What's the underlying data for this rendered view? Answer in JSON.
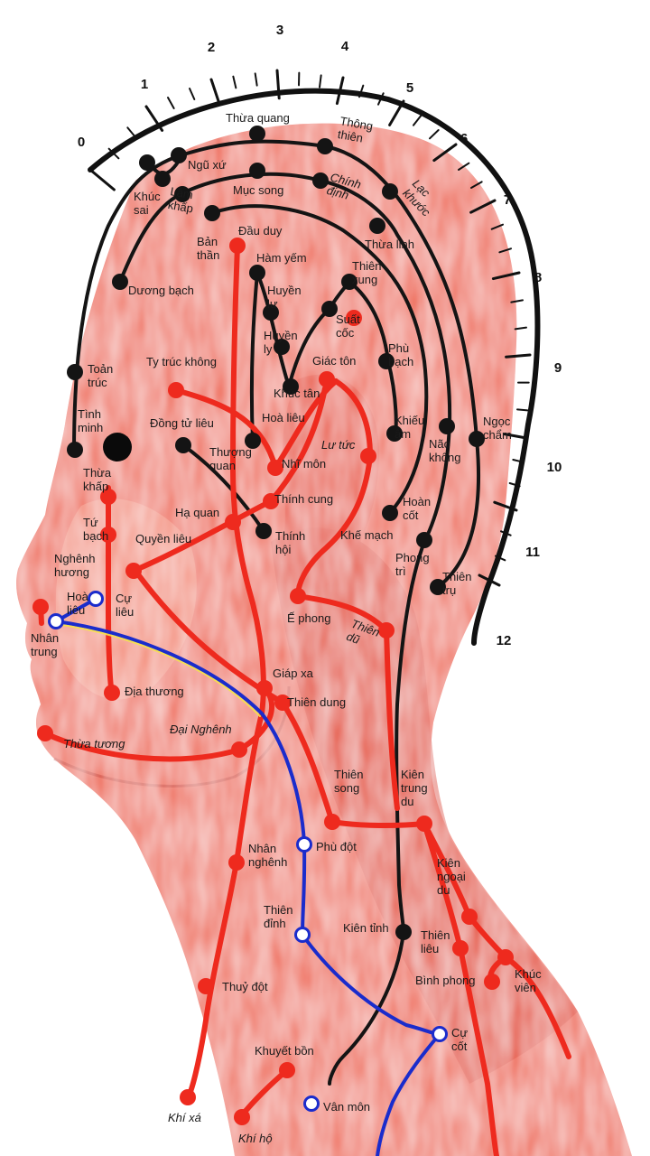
{
  "colors": {
    "skin": "#f07060",
    "skin_light": "#f6a093",
    "skin_dark": "#d94030",
    "red_line": "#ee2a1e",
    "black_line": "#141414",
    "blue_line": "#1a2ccc",
    "scale": "#111111"
  },
  "scale_numbers": [
    "0",
    "1",
    "2",
    "3",
    "4",
    "5",
    "6",
    "7",
    "8",
    "9",
    "10",
    "11",
    "12"
  ],
  "labels": [
    [
      "Thừa quang"
    ],
    [
      "Thông",
      "thiên"
    ],
    [
      "Ngũ xứ"
    ],
    [
      "Khúc",
      "sai"
    ],
    [
      "Mục song"
    ],
    [
      "Chính",
      "định"
    ],
    [
      "Lạc",
      "khước"
    ],
    [
      "Lâm",
      "khấp"
    ],
    [
      "Bản",
      "thần"
    ],
    [
      "Đầu duy"
    ],
    [
      "Thừa linh"
    ],
    [
      "Dương bạch"
    ],
    [
      "Hàm yếm"
    ],
    [
      "Thiên",
      "xung"
    ],
    [
      "Huyền",
      "lư"
    ],
    [
      "Suất",
      "cốc"
    ],
    [
      "Huyền",
      "ly"
    ],
    [
      "Phù",
      "bạch"
    ],
    [
      "Toản",
      "trúc"
    ],
    [
      "Ty trúc không"
    ],
    [
      "Giác tôn"
    ],
    [
      "Khúc tân"
    ],
    [
      "Hoà liêu"
    ],
    [
      "Tình",
      "minh"
    ],
    [
      "Đồng tử liêu"
    ],
    [
      "Khiếu",
      "âm"
    ],
    [
      "Não",
      "không"
    ],
    [
      "Ngọc",
      "chẩm"
    ],
    [
      "Lư tức"
    ],
    [
      "Thượng",
      "quan"
    ],
    [
      "Nhĩ môn"
    ],
    [
      "Thừa",
      "khấp"
    ],
    [
      "Thính cung"
    ],
    [
      "Hoàn",
      "cốt"
    ],
    [
      "Hạ quan"
    ],
    [
      "Tứ",
      "bạch"
    ],
    [
      "Quyền liêu"
    ],
    [
      "Thính",
      "hội"
    ],
    [
      "Khế mạch"
    ],
    [
      "Phong",
      "trì"
    ],
    [
      "Nghênh",
      "hương"
    ],
    [
      "Thiên",
      "trụ"
    ],
    [
      "Hoà",
      "liêu"
    ],
    [
      "Cự",
      "liêu"
    ],
    [
      "Ế phong"
    ],
    [
      "Nhân",
      "trung"
    ],
    [
      "Thiên",
      "dũ"
    ],
    [
      "Địa thương"
    ],
    [
      "Giáp xa"
    ],
    [
      "Thiên dung"
    ],
    [
      "Đại Nghênh"
    ],
    [
      "Thừa tương"
    ],
    [
      "Thiên",
      "song"
    ],
    [
      "Kiên",
      "trung",
      "du"
    ],
    [
      "Phù đột"
    ],
    [
      "Nhân",
      "nghênh"
    ],
    [
      "Kiên",
      "ngoại",
      "du"
    ],
    [
      "Thiên",
      "đỉnh"
    ],
    [
      "Kiên tỉnh"
    ],
    [
      "Thiên",
      "liêu"
    ],
    [
      "Bình phong"
    ],
    [
      "Khúc",
      "viên"
    ],
    [
      "Thuỷ đột"
    ],
    [
      "Cự",
      "cốt"
    ],
    [
      "Khuyết bồn"
    ],
    [
      "Khí xá"
    ],
    [
      "Vân môn"
    ],
    [
      "Khí hộ"
    ]
  ]
}
